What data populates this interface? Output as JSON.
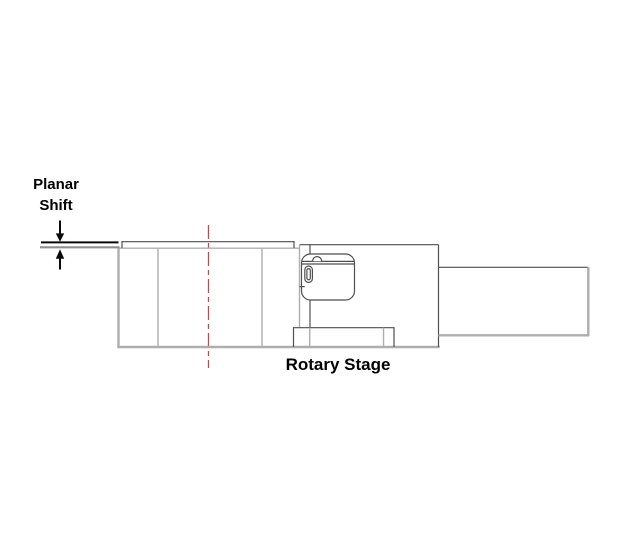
{
  "diagram": {
    "annotation": {
      "label_line1": "Planar",
      "label_line2": "Shift"
    },
    "caption": "Rotary Stage"
  },
  "colors": {
    "background": "#ffffff",
    "text": "#000000",
    "line_dark": "#4f4f4f",
    "line_light": "#aeaeae",
    "annotation_black": "#0a0a0a",
    "annotation_gray": "#8f8f8f",
    "centerline_red": "#c84848"
  }
}
